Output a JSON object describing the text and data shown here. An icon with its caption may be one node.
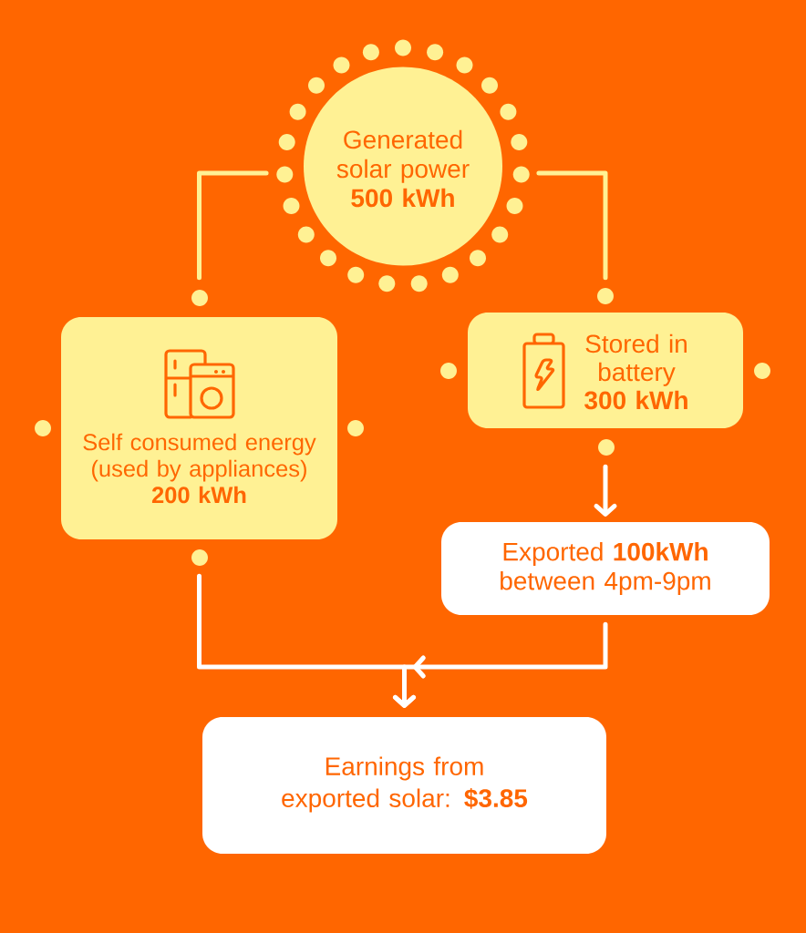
{
  "diagram": {
    "nodes": [
      {
        "text": [
          "Generated solar power",
          "500 kWh"
        ]
      },
      {
        "text": [
          "Self consumed energy (used by appliances)",
          "200 kWh"
        ]
      },
      {
        "text": [
          "Stored in battery",
          "300 kWh"
        ]
      },
      {
        "text": [
          "Exported **100kWh** between 4pm-9pm"
        ]
      },
      {
        "text": [
          "Earnings from exported solar: **$3.85**"
        ]
      }
    ],
    "edges": [
      {
        "from": 0,
        "to": 1,
        "arrow": "none",
        "color": "#fff194"
      },
      {
        "from": 0,
        "to": 2,
        "arrow": "none",
        "color": "#fff194"
      },
      {
        "from": 2,
        "to": 3,
        "arrow": "to"
      },
      {
        "from": 1,
        "to": 4,
        "arrow": "to"
      },
      {
        "from": 3,
        "to": 4,
        "arrow": "to"
      }
    ]
  }
}
